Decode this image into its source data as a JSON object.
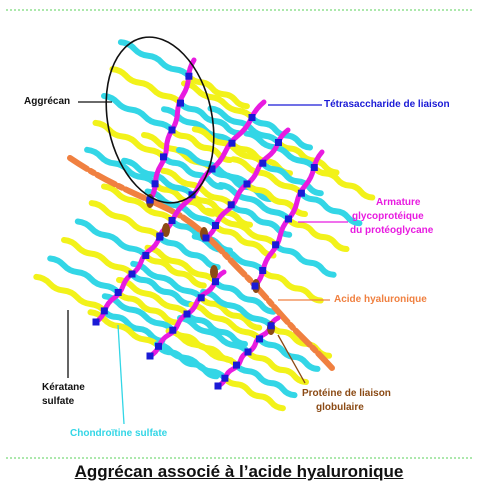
{
  "labels": {
    "aggrecan": "Aggrécan",
    "tetrasaccharide": "Tétrasaccharide de liaison",
    "armature_line1": "Armature",
    "armature_line2": "glycoprotéique",
    "armature_line3": "du protéoglycane",
    "hyaluronic": "Acide hyaluronique",
    "link_protein_line1": "Protéine de liaison",
    "link_protein_line2": "globulaire",
    "keratan_line1": "Kératane",
    "keratan_line2": "sulfate",
    "chondroitin": "Chondroïtine sulfate"
  },
  "caption": "Aggrécan associé à l’acide hyaluronique",
  "colors": {
    "core_protein": "#e81be0",
    "hyaluronic_acid": "#f08040",
    "chondroitin": "#33d6e6",
    "keratan": "#f2f21a",
    "tetrasaccharide": "#1a1ad6",
    "link_protein": "#8b4a14",
    "border": "#5ad25a"
  }
}
